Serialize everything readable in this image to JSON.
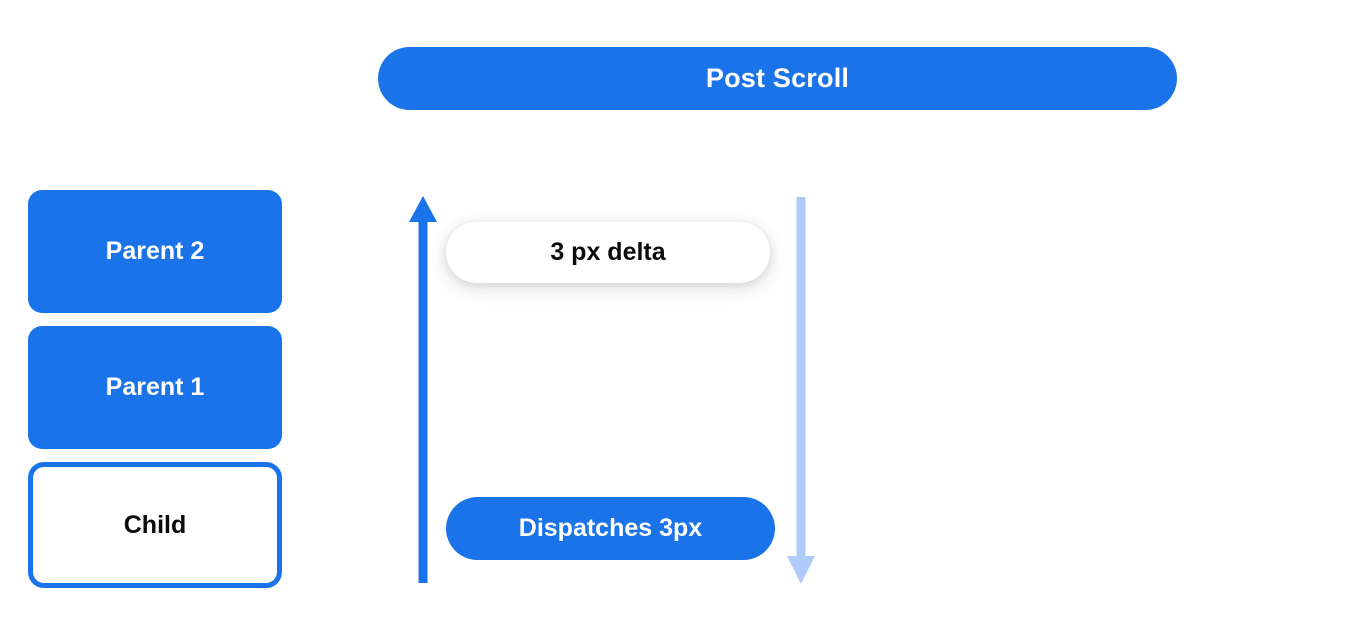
{
  "diagram": {
    "title": "Post Scroll",
    "background_color": "#ffffff",
    "accent_color": "#1a73e8",
    "muted_accent_color": "#aecbfa"
  },
  "header": {
    "label": "Post Scroll"
  },
  "hierarchy": {
    "boxes": [
      {
        "label": "Parent 2",
        "style": "filled",
        "fill": "#1a73e8",
        "text_color": "#ffffff"
      },
      {
        "label": "Parent 1",
        "style": "filled",
        "fill": "#1a73e8",
        "text_color": "#ffffff"
      },
      {
        "label": "Child",
        "style": "outlined",
        "fill": "#ffffff",
        "border_color": "#1a73e8",
        "text_color": "#000000"
      }
    ]
  },
  "flow": {
    "up_arrow": {
      "name": "bubble-up-arrow",
      "direction": "up",
      "color": "#1a73e8"
    },
    "down_arrow": {
      "name": "scroll-down-arrow",
      "direction": "down",
      "color": "#aecbfa"
    },
    "delta_pill": {
      "label": "3 px delta"
    },
    "dispatch_pill": {
      "label": "Dispatches 3px"
    }
  }
}
